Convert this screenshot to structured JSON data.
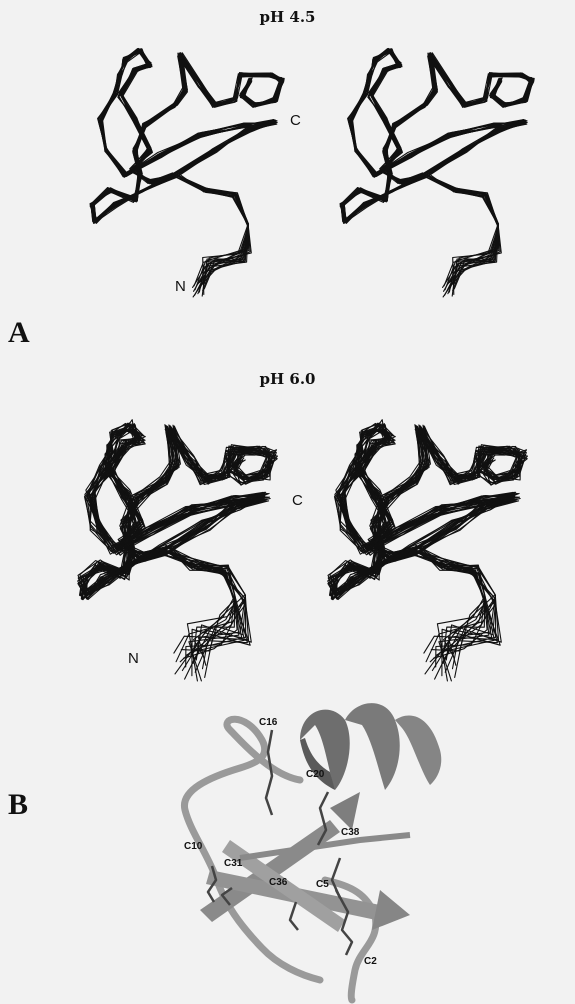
{
  "panel_a": {
    "label": "A",
    "condition": "pH 4.5",
    "n_terminus": "N",
    "c_terminus": "C"
  },
  "panel_a2": {
    "condition": "pH 6.0",
    "n_terminus": "N",
    "c_terminus": "C"
  },
  "panel_b": {
    "label": "B",
    "residues": [
      "C16",
      "C20",
      "C38",
      "C10",
      "C31",
      "C36",
      "C5",
      "C2"
    ]
  }
}
